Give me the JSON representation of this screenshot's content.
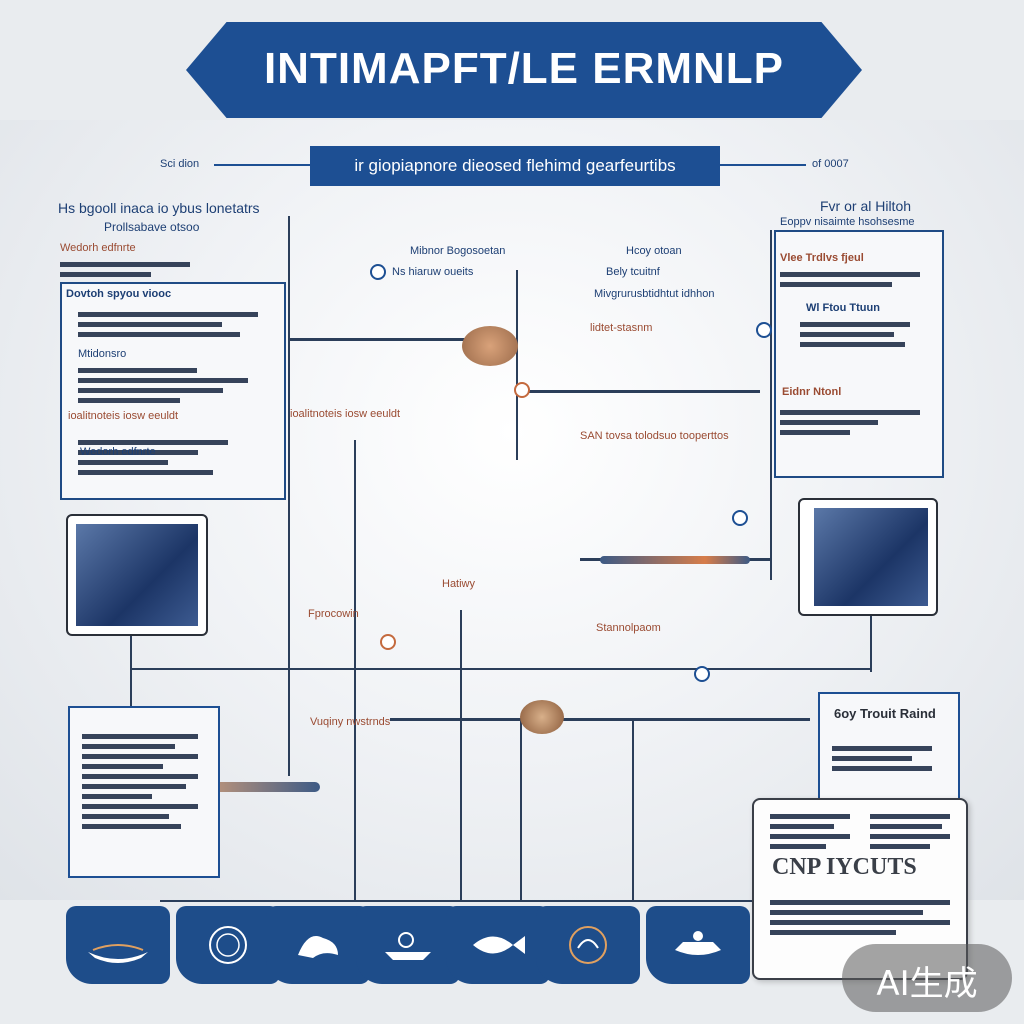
{
  "header": {
    "title": "INTIMAPFT/LE ERMNLP",
    "subtitle": "ir giopiapnore dieosed flehimd gearfeurtibs"
  },
  "callouts": {
    "top_left_tag": "Sci dion",
    "top_right_tag": "of 0007",
    "left_heading": "Hs bgooll inaca io ybus lonetatrs",
    "left_subheading": "Prollsabave otsoo",
    "right_heading": "Fvr or al Hiltoh",
    "right_subheading": "Eoppv nisaimte hsohsesme",
    "center_label_1": "Mibnor Bogosoetan",
    "center_label_2": "Ns hiaruw oueits",
    "center_label_3": "Hcoy otoan",
    "center_label_4": "Bely tcuitnf",
    "center_row_text": "Mivgrurusbtidhtut idhhon",
    "center_row_text_2": "lidtet-stasnm",
    "mid_label_1": "ioalitnoteis iosw eeuldt",
    "mid_label_2": "SAN tovsa tolodsuo tooperttos",
    "mid_label_3": "Hatiwy",
    "mid_label_4": "Stannolpaom",
    "left_row_1": "Wedorh edfnrte",
    "left_row_2": "Dovtoh spyou viooc",
    "left_row_3": "Mtidonsro",
    "lower_label": "Vuqiny nwstrnds",
    "lower_mid_label": "Fprocowin",
    "right_panel_1": "Vlee Trdlvs fjeul",
    "right_panel_2": "Wl Ftou Ttuun",
    "right_panel_3": "Eidnr Ntonl",
    "doc_card_title": "6oy Trouit Raind",
    "doc_big_text": "CNP IYCUTS",
    "watermark": "AI生成"
  },
  "tiles": [
    {
      "icon": "boat-icon"
    },
    {
      "icon": "seal-icon"
    },
    {
      "icon": "creature-icon"
    },
    {
      "icon": "ship-icon"
    },
    {
      "icon": "fish-icon"
    },
    {
      "icon": "emblem-icon"
    },
    {
      "icon": "vessel-icon"
    }
  ],
  "colors": {
    "primary": "#1d4f93",
    "accent": "#c46a3e"
  }
}
